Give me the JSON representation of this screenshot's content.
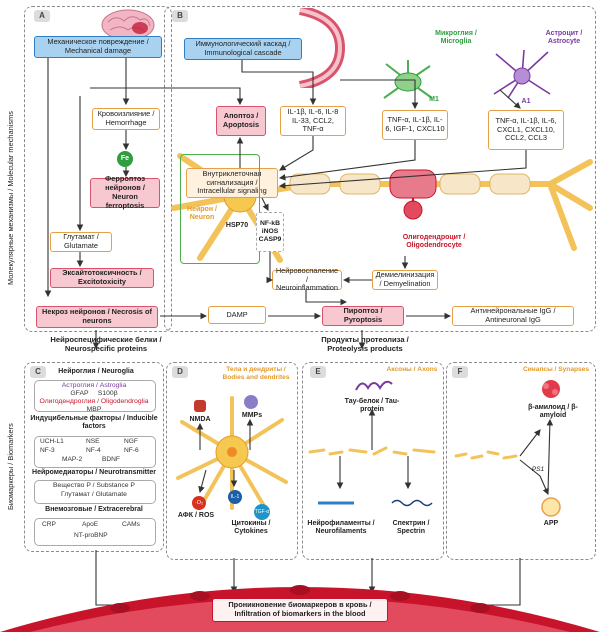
{
  "side_labels": {
    "molecular": "Молекулярные механизмы / Molecular mechanisms",
    "biomarkers": "Биомаркеры / Biomarkers"
  },
  "panels": {
    "a": "A",
    "b": "B",
    "c": "C",
    "d": "D",
    "e": "E",
    "f": "F"
  },
  "panel_a": {
    "mechanical": "Механическое повреждение / Mechanical damage",
    "hemorrhage": "Кровоизлияние / Hemorrhage",
    "fe": "Fe",
    "ferroptosis": "Ферроптоз нейронов / Neuron ferroptosis",
    "glutamate": "Глутамат / Glutamate",
    "excitotoxicity": "Эксайтотоксичность / Excitotoxicity",
    "necrosis": "Некроз нейронов / Necrosis of neurons"
  },
  "panel_b": {
    "immuno": "Иммунологический каскад / Immunological cascade",
    "apoptosis": "Апоптоз / Apoptosis",
    "cytokines1": "IL-1β, IL-6, IL-8 IL-33, CCL2, TNF-α",
    "microglia": "Микроглия / Microglia",
    "m1": "M1",
    "cytokines2": "TNF-α, IL-1β, IL-6, IGF-1, CXCL10",
    "astrocyte": "Астроцит / Astrocyte",
    "a1": "A1",
    "cytokines3": "TNF-α, IL-1β, IL-6, CXCL1, CXCL10, CCL2, CCL3",
    "intracellular": "Внутриклеточная сигнализация / Intracellular signaling",
    "neuron": "Нейрон / Neuron",
    "hsp70": "HSP70",
    "nfkb": "NF-kB iNOS CASP9",
    "oligodendrocyte": "Олигодендроцит / Oligodendrocyte",
    "neuroinflammation": "Нейровоспаление / Neuroinflammation",
    "demyelination": "Демиелинизация / Demyelination",
    "damp": "DAMP",
    "pyroptosis": "Пироптоз / Pyroptosis",
    "antineuronal": "Антинейрональные IgG / Antineuronal IgG"
  },
  "headers": {
    "neurospecific": "Нейроспецифические белки / Neurospecific proteins",
    "proteolysis": "Продукты протеолиза / Proteolysis products"
  },
  "panel_c": {
    "neuroglia": "Нейроглия / Neuroglia",
    "astro_label": "Астроглия / Astroglia",
    "astro_items": "GFAP     S100β",
    "oligo_label": "Олигодендроглия / Oligodendroglia",
    "oligo_items": "MBP",
    "inducible": "Индуцибельные факторы / Inducible factors",
    "ind_items": [
      "UCH-L1",
      "NSE",
      "NGF",
      "NF-3",
      "NF-4",
      "NF-6",
      "MAP-2",
      "BDNF"
    ],
    "neurotransmitter": "Нейромедиаторы / Neurotransmitter",
    "substance_p": "Вещество P / Substance P",
    "glutamate": "Глутамат / Glutamate",
    "extracerebral": "Внемозговые / Extracerebral",
    "ext_items": [
      "CRP",
      "ApoE",
      "CAMs",
      "NT-proBNP"
    ]
  },
  "panel_d": {
    "bodies": "Тела и дендриты / Bodies and dendrites",
    "nmda": "NMDA",
    "mmp": "MMPs",
    "o2": "·O₂",
    "ros": "АФК / ROS",
    "il1": "IL-1",
    "tgfa": "TGF-α",
    "cytokines": "Цитокины / Cytokines"
  },
  "panel_e": {
    "axons": "Аксоны / Axons",
    "tau": "Тау-белок / Tau-protein",
    "nf": "Нейрофиламенты / Neurofilaments",
    "spectrin": "Спектрин / Spectrin"
  },
  "panel_f": {
    "synapses": "Синапсы / Synapses",
    "amyloid": "β-амилоид / β-amyloid",
    "ps1": "PS1",
    "app": "APP"
  },
  "footer": "Проникновение биомаркеров в кровь / Infiltration of biomarkers in the blood",
  "colors": {
    "blue": "#a9d2f0",
    "pink": "#f8c8d0",
    "orange": "#e7a04a",
    "green": "#2e9e3e",
    "purple": "#7a3aa0",
    "red": "#c8142a"
  }
}
